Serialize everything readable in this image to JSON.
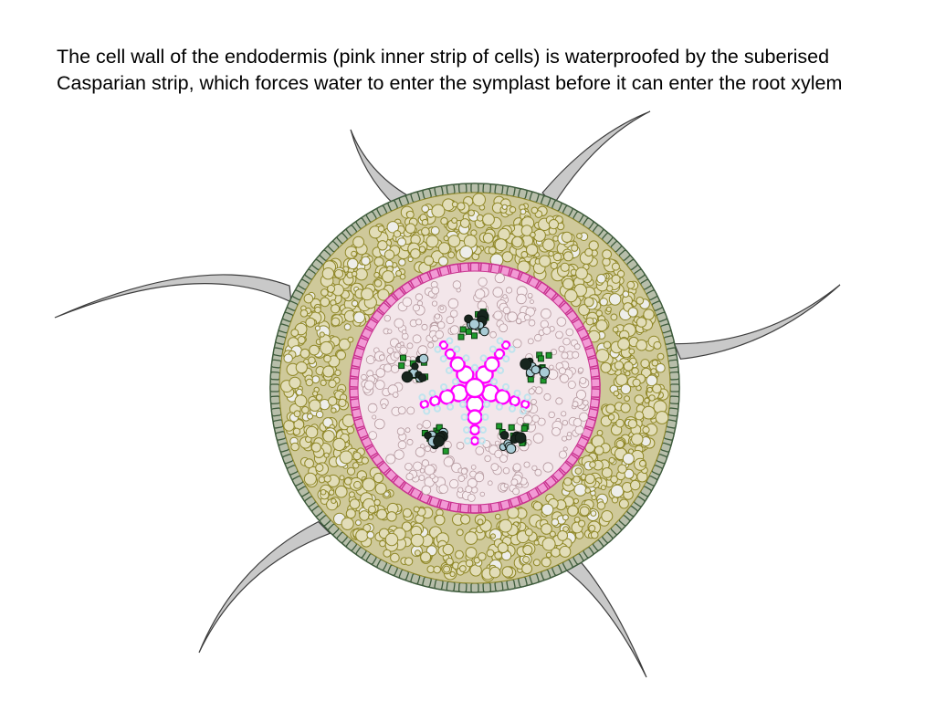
{
  "slide": {
    "caption": "The cell wall of the endodermis (pink inner strip of cells) is waterproofed by the suberised Casparian strip, which forces water to enter the symplast before it can enter the root xylem"
  },
  "colors": {
    "background": "#ffffff",
    "epidermis_fill": "#b7beaa",
    "epidermis_stroke": "#3d5b3b",
    "cortex_fill": "#cfc99a",
    "cortex_cell_stroke": "#8f8727",
    "cortex_cell_fill": "#e2ddb8",
    "cortex_cell_pale": "#eeeeea",
    "endodermis_fill": "#f29ad5",
    "endodermis_stroke": "#c8328e",
    "stele_fill": "#ffffff",
    "xylem": "#ff00ff",
    "protoxylem_pale": "#bfe4ee",
    "phloem_dark": "#17251d",
    "phloem_light": "#a9ccd6",
    "companion_green": "#1e9a2b",
    "root_hair_fill": "#c9c9c9",
    "root_hair_stroke": "#3c3c3c"
  },
  "diagram": {
    "tissues": [
      "root-hair",
      "epidermis",
      "cortex",
      "endodermis",
      "pericycle",
      "xylem",
      "phloem"
    ],
    "xylem_arms": 5,
    "phloem_groups": 5,
    "root_hairs": 6
  }
}
